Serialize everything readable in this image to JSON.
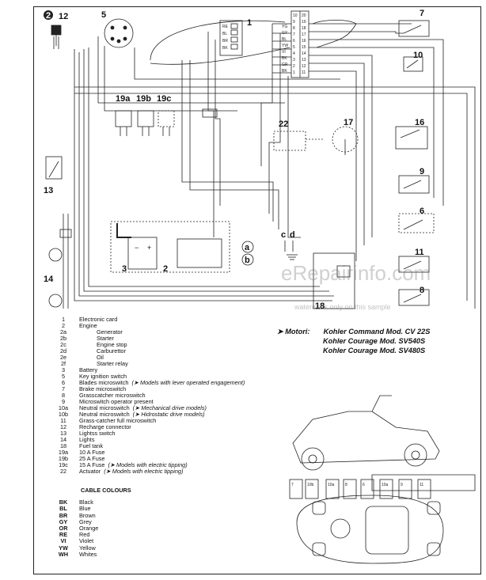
{
  "header": {
    "marker": "2",
    "ref_12": "12",
    "ref_5": "5",
    "ref_1": "1"
  },
  "component_refs": [
    "7",
    "10",
    "16",
    "9",
    "6",
    "11",
    "8",
    "17",
    "22",
    "18",
    "13",
    "14",
    "19a",
    "19b",
    "19c",
    "3",
    "2",
    "c",
    "d",
    "a",
    "b"
  ],
  "connector_pins": [
    "10",
    "9",
    "8",
    "7",
    "6",
    "5",
    "4",
    "3",
    "2",
    "1",
    "20",
    "19",
    "18",
    "17",
    "16",
    "15",
    "14",
    "13",
    "12",
    "11"
  ],
  "connector_wires": [
    "YG",
    "GY",
    "BL",
    "YW",
    "VI",
    "BK",
    "GR",
    "BK"
  ],
  "fuse_wires": [
    "RE",
    "BL",
    "BR",
    "BK"
  ],
  "watermark": {
    "brand": "eRepairinfo.com",
    "note": "watermark only on this sample"
  },
  "legend": [
    {
      "n": "1",
      "t": "Electronic card"
    },
    {
      "n": "2",
      "t": "Engine"
    },
    {
      "n": "2a",
      "t": "Generator",
      "sub": true
    },
    {
      "n": "2b",
      "t": "Starter",
      "sub": true
    },
    {
      "n": "2c",
      "t": "Engine stop",
      "sub": true
    },
    {
      "n": "2d",
      "t": "Carburettor",
      "sub": true
    },
    {
      "n": "2e",
      "t": "Oil",
      "sub": true
    },
    {
      "n": "2f",
      "t": "Starter relay",
      "sub": true
    },
    {
      "n": "3",
      "t": "Battery"
    },
    {
      "n": "5",
      "t": "Key ignition switch"
    },
    {
      "n": "6",
      "t": "Blades microswitch",
      "note": "(➤ Models with lever operated engagement)"
    },
    {
      "n": "7",
      "t": "Brake microswitch"
    },
    {
      "n": "8",
      "t": "Grasscatcher microswitch"
    },
    {
      "n": "9",
      "t": "Microswitch operator present"
    },
    {
      "n": "10a",
      "t": "Neutral microswitch",
      "note": "(➤ Mechanical drive models)"
    },
    {
      "n": "10b",
      "t": "Neutral microswitch",
      "note": "(➤ Hidrostatic drive models)"
    },
    {
      "n": "11",
      "t": "Grass-catcher full microswitch"
    },
    {
      "n": "12",
      "t": "Recharge connector"
    },
    {
      "n": "13",
      "t": "Lightss switch"
    },
    {
      "n": "14",
      "t": "Lights"
    },
    {
      "n": "18",
      "t": "Fuel tank"
    },
    {
      "n": "19a",
      "t": "10 A Fuse"
    },
    {
      "n": "19b",
      "t": "25 A Fuse"
    },
    {
      "n": "19c",
      "t": "15 A Fuse",
      "note": "(➤ Models with electric tipping)"
    },
    {
      "n": "22",
      "t": "Actuator",
      "note": "(➤ Models with electric tipping)"
    }
  ],
  "cable_colours": {
    "title": "CABLE COLOURS",
    "items": [
      {
        "c": "BK",
        "t": "Black"
      },
      {
        "c": "BL",
        "t": "Blue"
      },
      {
        "c": "BR",
        "t": "Brown"
      },
      {
        "c": "GY",
        "t": "Grey"
      },
      {
        "c": "OR",
        "t": "Orange"
      },
      {
        "c": "RE",
        "t": "Red"
      },
      {
        "c": "VI",
        "t": "Violet"
      },
      {
        "c": "YW",
        "t": "Yellow"
      },
      {
        "c": "WH",
        "t": "Whites"
      }
    ]
  },
  "motori": {
    "label": "➤ Motori:",
    "lines": [
      "Kohler Command Mod. CV 22S",
      "Kohler Courage Mod. SV540S",
      "Kohler Courage Mod. SV480S"
    ]
  },
  "tractor_switch_labels": [
    "7",
    "10b",
    "10a",
    "8",
    "6",
    "10a",
    "9",
    "11"
  ]
}
